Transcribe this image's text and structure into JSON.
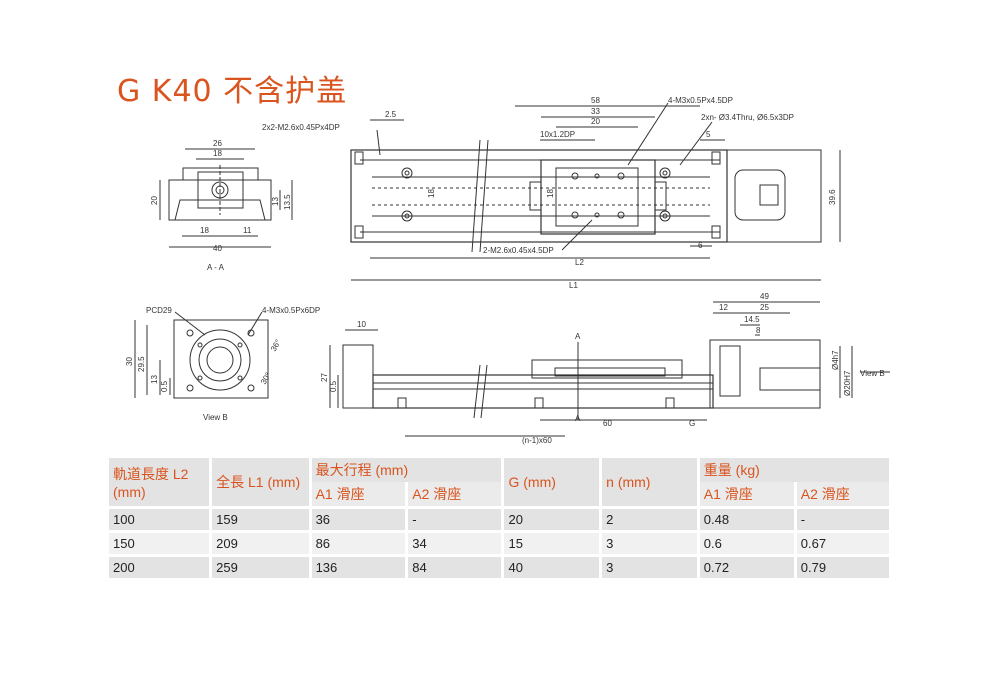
{
  "title": "G K40 不含护盖",
  "labels": {
    "d58": "58",
    "d33": "33",
    "d20": "20",
    "d10x1_2dp": "10x1.2DP",
    "d2_5": "2.5",
    "m3x05": "4-M3x0.5Px4.5DP",
    "m26x045_top": "2x2-M2.6x0.45Px4DP",
    "thru": "2xn- Ø3.4Thru, Ø6.5x3DP",
    "d5": "5",
    "d18v": "18",
    "d18v2": "18",
    "d39_6": "39.6",
    "m26x045_bottom": "2-M2.6x0.45x4.5DP",
    "d6": "6",
    "L2": "L2",
    "L1": "L1",
    "aa26": "26",
    "aa18": "18",
    "aa20": "20",
    "aa13": "13",
    "aa13_5": "13.5",
    "aa18b": "18",
    "aa11": "11",
    "aa40": "40",
    "aa_label": "A - A",
    "pcd": "PCD29",
    "m3x05x6": "4-M3x0.5Px6DP",
    "vb30": "30",
    "vb29_5": "29.5",
    "vb13": "13",
    "vb0_5": "0.5",
    "vb36": "36°",
    "vb30deg": "30°",
    "viewb": "View B",
    "s10": "10",
    "s27": "27",
    "s0_5": "0.5",
    "sA1": "A",
    "sA2": "A",
    "s60": "60",
    "sG": "G",
    "sn60": "(n-1)x60",
    "s49": "49",
    "s12": "12",
    "s25": "25",
    "s14_5": "14.5",
    "s8": "8",
    "s4h7": "Ø4h7",
    "s20h7": "Ø20H7",
    "viewb_arrow": "View B"
  },
  "table": {
    "headers": {
      "l2": "軌道長度 L2 (mm)",
      "l1": "全長 L1 (mm)",
      "stroke": "最大行程 (mm)",
      "a1": "A1 滑座",
      "a2": "A2 滑座",
      "g": "G (mm)",
      "n": "n (mm)",
      "weight": "重量 (kg)",
      "wa1": "A1 滑座",
      "wa2": "A2 滑座"
    },
    "rows": [
      {
        "l2": "100",
        "l1": "159",
        "a1": "36",
        "a2": "-",
        "g": "20",
        "n": "2",
        "wa1": "0.48",
        "wa2": "-"
      },
      {
        "l2": "150",
        "l1": "209",
        "a1": "86",
        "a2": "34",
        "g": "15",
        "n": "3",
        "wa1": "0.6",
        "wa2": "0.67"
      },
      {
        "l2": "200",
        "l1": "259",
        "a1": "136",
        "a2": "84",
        "g": "40",
        "n": "3",
        "wa1": "0.72",
        "wa2": "0.79"
      }
    ]
  }
}
